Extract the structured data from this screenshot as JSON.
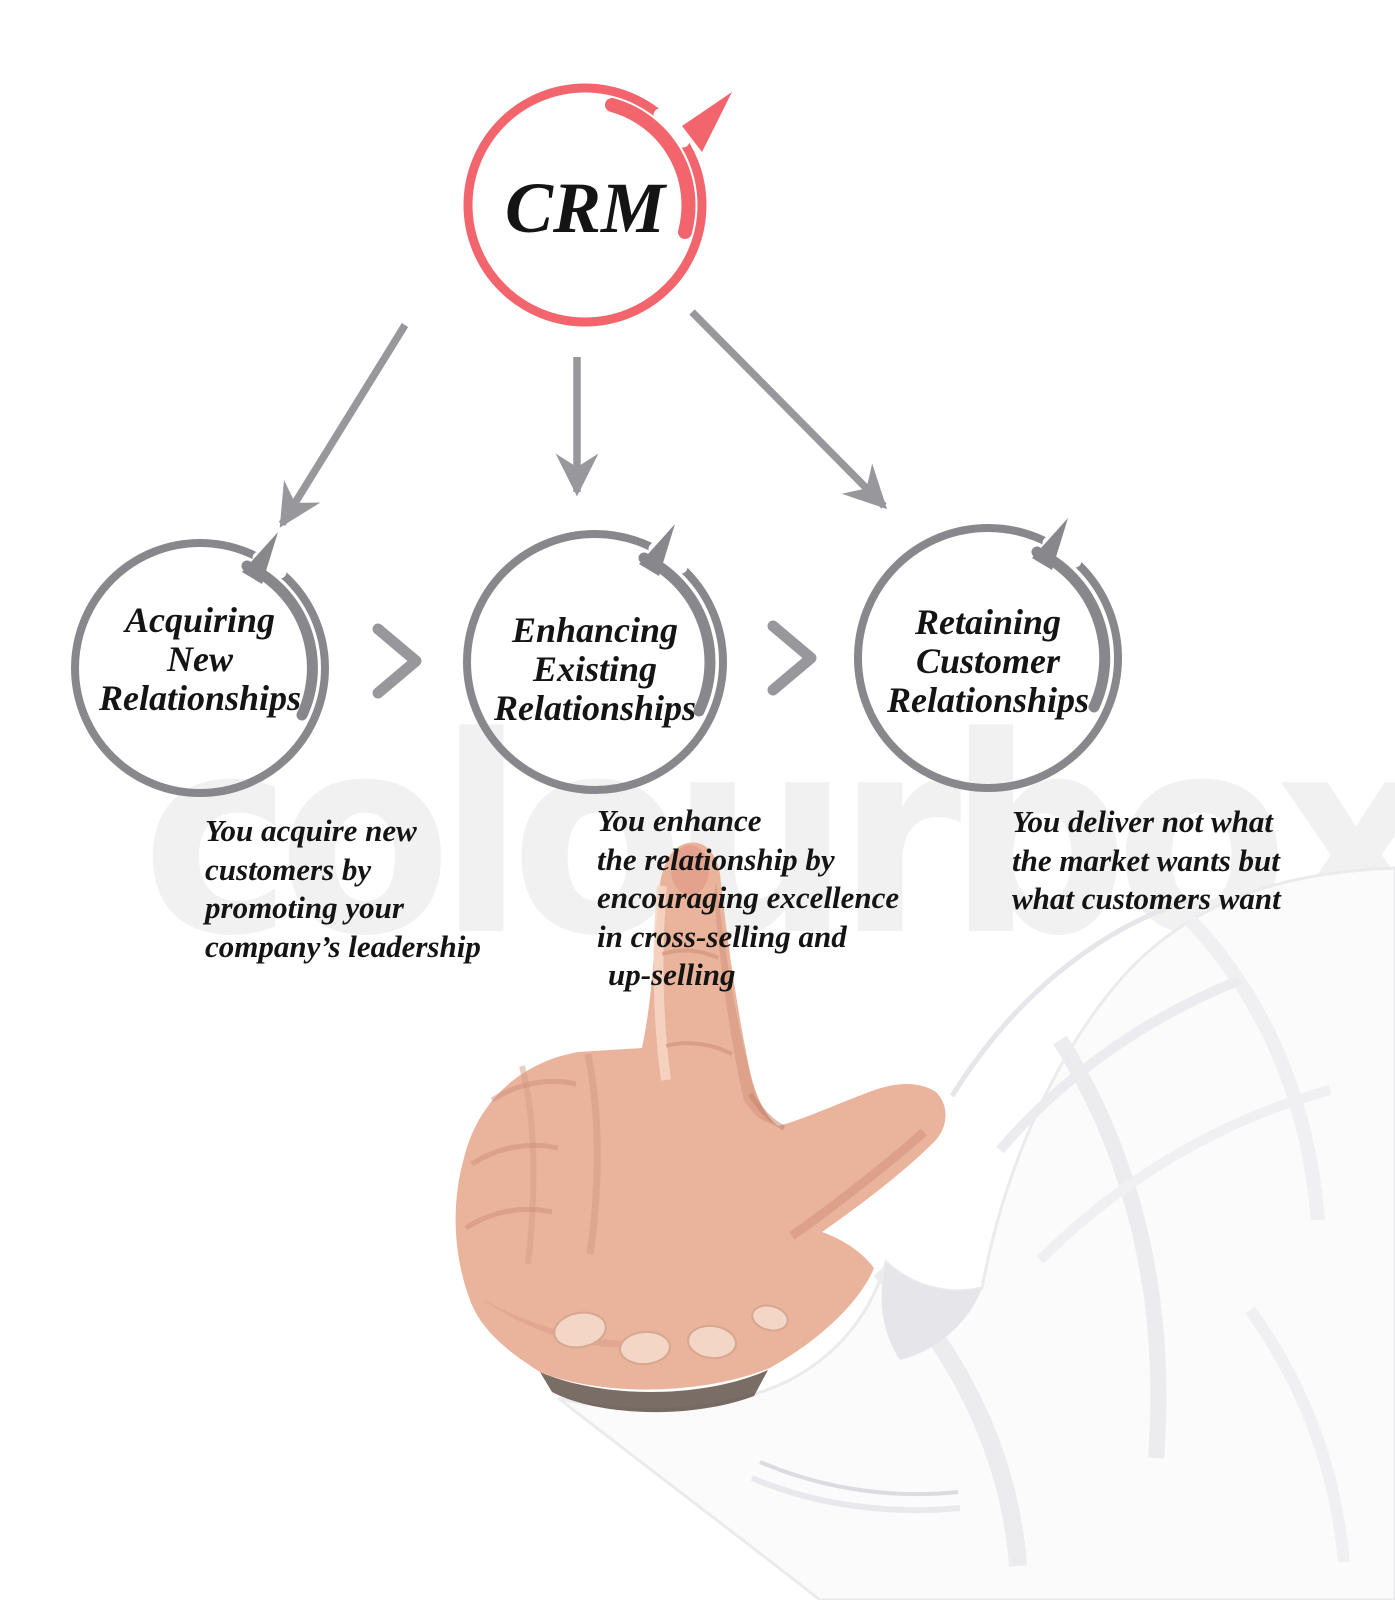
{
  "watermark": {
    "text": "colourbox"
  },
  "diagram": {
    "root": {
      "label": "CRM"
    },
    "stages": [
      {
        "id": "acquiring-new-relationships",
        "label_lines": [
          "Acquiring",
          "New",
          "Relationships"
        ],
        "description_lines": [
          "You acquire new",
          "customers by",
          "promoting your",
          "company’s leadership"
        ]
      },
      {
        "id": "enhancing-existing-relationships",
        "label_lines": [
          "Enhancing",
          "Existing",
          "Relationships"
        ],
        "description_lines": [
          "You enhance",
          "the relationship by",
          "encouraging excellence",
          "in cross-selling and",
          "up-selling"
        ]
      },
      {
        "id": "retaining-customer-relationships",
        "label_lines": [
          "Retaining",
          "Customer",
          "Relationships"
        ],
        "description_lines": [
          "You deliver not what",
          "the market wants but",
          "what customers want"
        ]
      }
    ],
    "icons": {
      "chevron_right": ">",
      "arrow_down": "↓"
    }
  },
  "colors": {
    "accent_red": "#f2656d",
    "circle_gray": "#88878c",
    "connector_gray": "#98979c",
    "text_black": "#141414",
    "watermark_gray": "#f1f1f2",
    "skin": "#e9b39c",
    "sleeve_white": "#fbfbfc"
  }
}
